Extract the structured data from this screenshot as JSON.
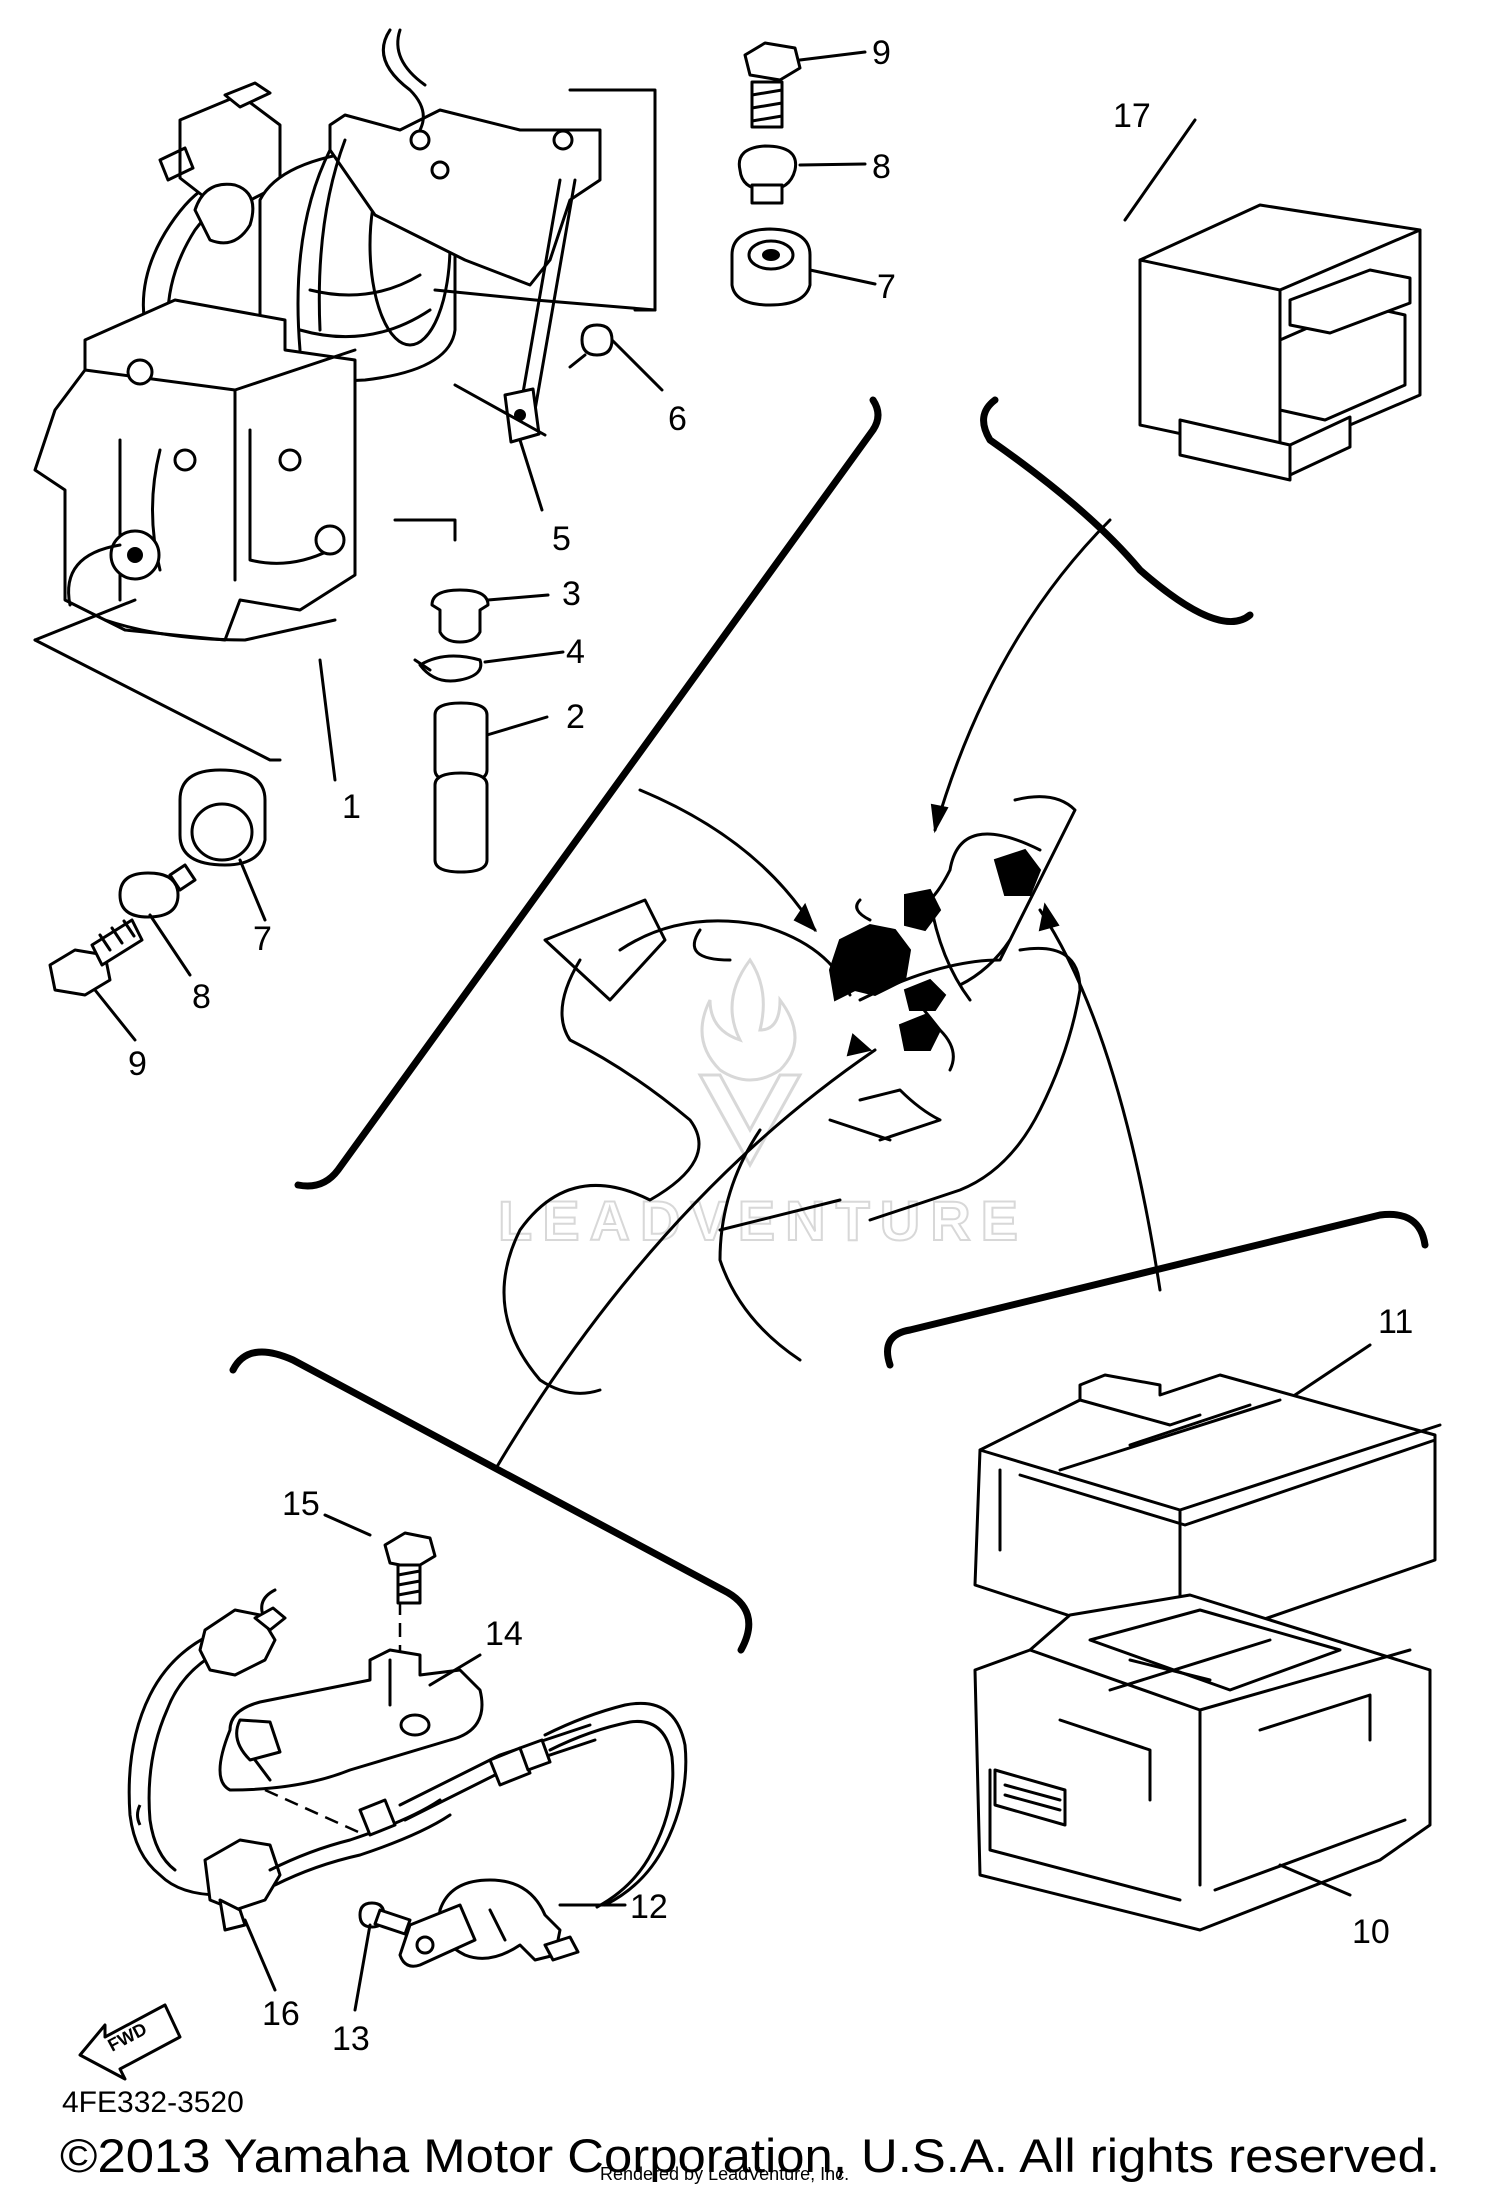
{
  "diagram": {
    "part_labels": {
      "p1": "1",
      "p2": "2",
      "p3": "3",
      "p4": "4",
      "p5": "5",
      "p6": "6",
      "p7a": "7",
      "p7b": "7",
      "p8a": "8",
      "p8b": "8",
      "p9a": "9",
      "p9b": "9",
      "p10": "10",
      "p11": "11",
      "p12": "12",
      "p13": "13",
      "p14": "14",
      "p15": "15",
      "p16": "16",
      "p17": "17"
    },
    "diagram_code": "4FE332-3520",
    "fwd_label": "FWD",
    "watermark": "LEADVENTURE",
    "copyright": "©2013 Yamaha Motor Corporation, U.S.A. All rights reserved.",
    "rendered_by": "Rendered by LeadVenture, Inc."
  }
}
